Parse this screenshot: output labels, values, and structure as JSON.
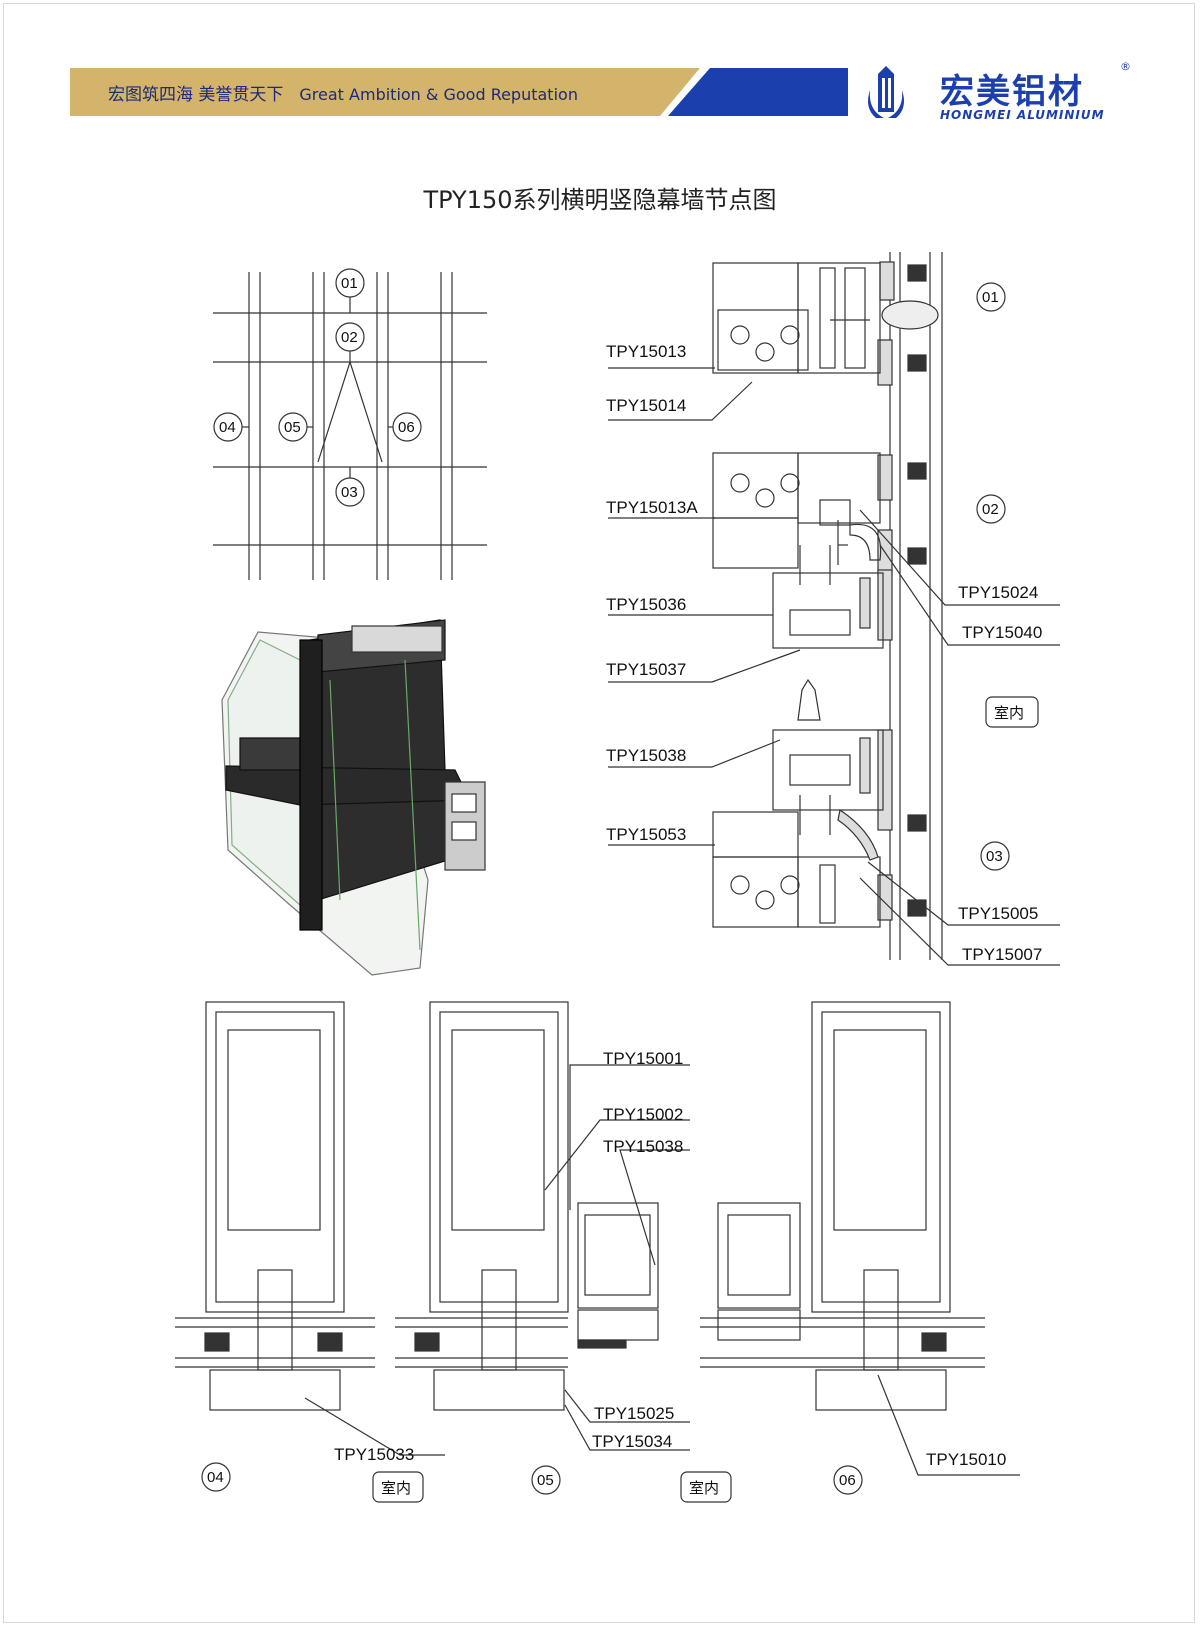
{
  "header": {
    "slogan_cn": "宏图筑四海   美誉贯天下",
    "slogan_en": "Great Ambition & Good Reputation",
    "brand_cn": "宏美铝材",
    "brand_en": "HONGMEI ALUMINIUM",
    "registered_mark": "®"
  },
  "colors": {
    "gold": "#d4b46a",
    "blue": "#1c3fae",
    "line": "#333333"
  },
  "title": "TPY150系列横明竖隐幕墙节点图",
  "grid_nodes": [
    "01",
    "02",
    "03",
    "04",
    "05",
    "06"
  ],
  "section_labels": {
    "tpy15013": "TPY15013",
    "tpy15014": "TPY15014",
    "tpy15013a": "TPY15013A",
    "tpy15036": "TPY15036",
    "tpy15037": "TPY15037",
    "tpy15038a": "TPY15038",
    "tpy15053": "TPY15053",
    "tpy15024": "TPY15024",
    "tpy15040": "TPY15040",
    "tpy15005": "TPY15005",
    "tpy15007": "TPY15007",
    "tpy15001": "TPY15001",
    "tpy15002": "TPY15002",
    "tpy15038b": "TPY15038",
    "tpy15025": "TPY15025",
    "tpy15034": "TPY15034",
    "tpy15033": "TPY15033",
    "tpy15010": "TPY15010"
  },
  "room_label": "室内"
}
